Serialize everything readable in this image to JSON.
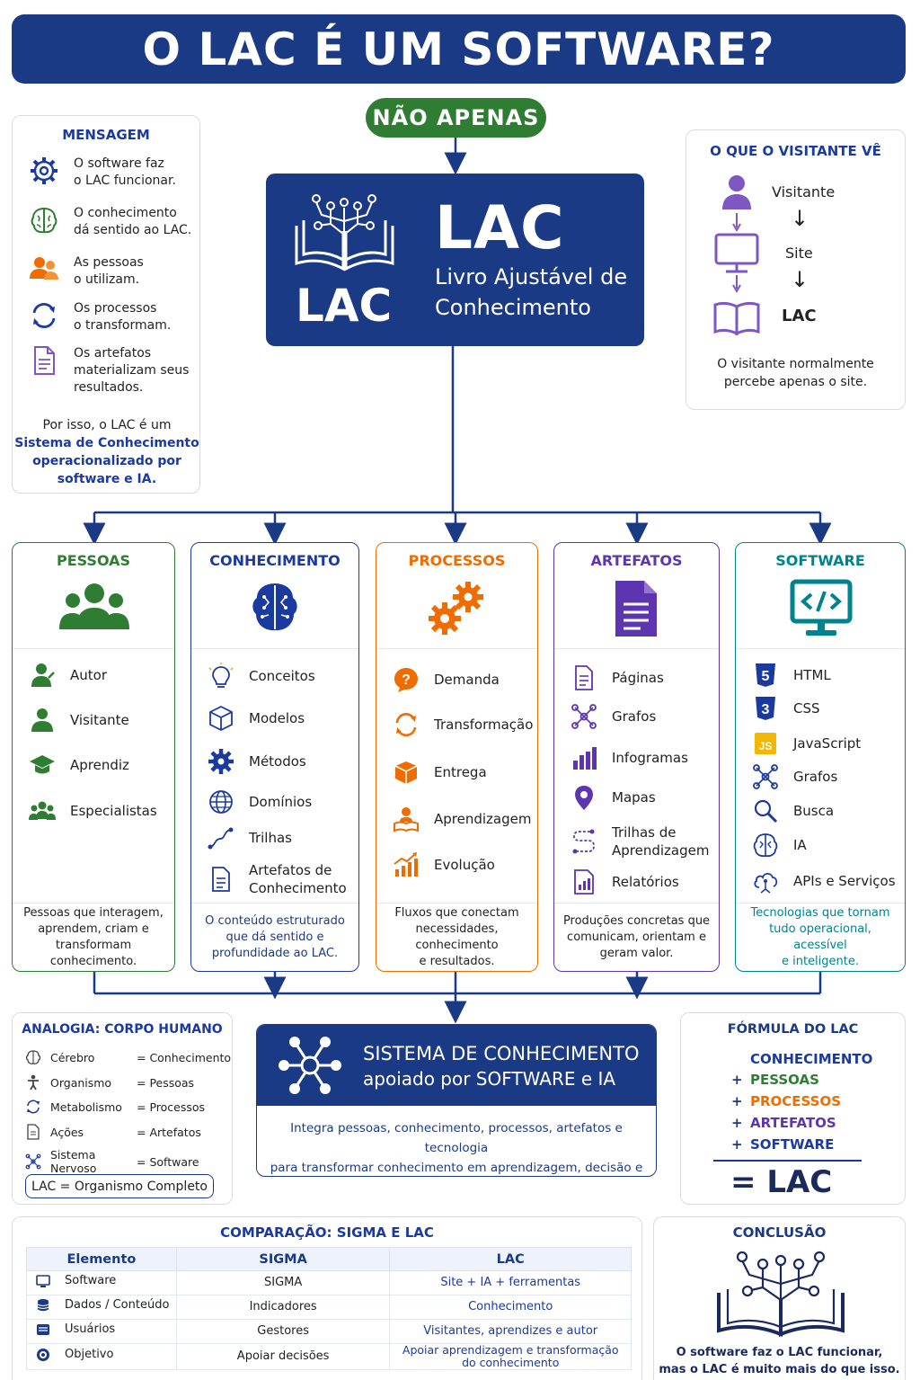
{
  "title": "O LAC É UM SOFTWARE?",
  "not_only": "NÃO APENAS",
  "message": {
    "header": "MENSAGEM",
    "items": [
      {
        "icon": "gear-icon",
        "text": "O software faz\no LAC funcionar."
      },
      {
        "icon": "brain-icon",
        "text": "O conhecimento\ndá sentido ao LAC."
      },
      {
        "icon": "people-icon",
        "text": "As pessoas\no utilizam."
      },
      {
        "icon": "cycle-icon",
        "text": "Os processos\no transformam."
      },
      {
        "icon": "document-icon",
        "text": "Os artefatos\nmaterializam seus\nresultados."
      }
    ],
    "conclusion_prefix": "Por isso, o LAC é um",
    "conclusion_bold": "Sistema de Conhecimento operacionalizado por software e IA."
  },
  "lac": {
    "logo_text": "LAC",
    "big": "LAC",
    "subtitle": "Livro Ajustável de\nConhecimento"
  },
  "visitor": {
    "header": "O QUE O VISITANTE VÊ",
    "steps": [
      "Visitante",
      "Site",
      "LAC"
    ],
    "note": "O visitante normalmente\npercebe apenas o site."
  },
  "columns": [
    {
      "key": "pessoas",
      "title": "PESSOAS",
      "color": "#2f7d32",
      "icon": "people-icon",
      "items": [
        {
          "icon": "author-icon",
          "label": "Autor"
        },
        {
          "icon": "visitor-icon",
          "label": "Visitante"
        },
        {
          "icon": "graduation-cap-icon",
          "label": "Aprendiz"
        },
        {
          "icon": "group-icon",
          "label": "Especialistas"
        }
      ],
      "footer": "Pessoas que interagem,\naprendem, criam e\ntransformam conhecimento."
    },
    {
      "key": "conhecimento",
      "title": "CONHECIMENTO",
      "color": "#1b3aa0",
      "icon": "brain-icon",
      "items": [
        {
          "icon": "lightbulb-icon",
          "label": "Conceitos"
        },
        {
          "icon": "cube-icon",
          "label": "Modelos"
        },
        {
          "icon": "gear-icon",
          "label": "Métodos"
        },
        {
          "icon": "globe-icon",
          "label": "Domínios"
        },
        {
          "icon": "path-icon",
          "label": "Trilhas"
        },
        {
          "icon": "document-icon",
          "label": "Artefatos de\nConhecimento"
        }
      ],
      "footer": "O conteúdo estruturado\nque dá sentido e\nprofundidade ao LAC."
    },
    {
      "key": "processos",
      "title": "PROCESSOS",
      "color": "#ef6c00",
      "icon": "gears-icon",
      "items": [
        {
          "icon": "question-icon",
          "label": "Demanda"
        },
        {
          "icon": "cycle-icon",
          "label": "Transformação"
        },
        {
          "icon": "box-icon",
          "label": "Entrega"
        },
        {
          "icon": "reading-icon",
          "label": "Aprendizagem"
        },
        {
          "icon": "growth-chart-icon",
          "label": "Evolução"
        }
      ],
      "footer": "Fluxos que conectam\nnecessidades, conhecimento\ne resultados."
    },
    {
      "key": "artefatos",
      "title": "ARTEFATOS",
      "color": "#5e35b1",
      "icon": "document-icon",
      "items": [
        {
          "icon": "page-icon",
          "label": "Páginas"
        },
        {
          "icon": "graph-icon",
          "label": "Grafos"
        },
        {
          "icon": "bar-chart-icon",
          "label": "Infogramas"
        },
        {
          "icon": "map-pin-icon",
          "label": "Mapas"
        },
        {
          "icon": "route-icon",
          "label": "Trilhas de\nAprendizagem"
        },
        {
          "icon": "report-icon",
          "label": "Relatórios"
        }
      ],
      "footer": "Produções concretas que\ncomunicam, orientam e\ngeram valor."
    },
    {
      "key": "software",
      "title": "SOFTWARE",
      "color": "#00838f",
      "icon": "monitor-code-icon",
      "items": [
        {
          "icon": "html5-icon",
          "label": "HTML"
        },
        {
          "icon": "css3-icon",
          "label": "CSS"
        },
        {
          "icon": "javascript-icon",
          "label": "JavaScript"
        },
        {
          "icon": "graph-icon",
          "label": "Grafos"
        },
        {
          "icon": "search-icon",
          "label": "Busca"
        },
        {
          "icon": "brain-icon",
          "label": "IA"
        },
        {
          "icon": "cloud-icon",
          "label": "APIs e Serviços"
        }
      ],
      "footer": "Tecnologias que tornam\ntudo operacional, acessível\ne inteligente."
    }
  ],
  "analogy": {
    "header": "ANALOGIA: CORPO HUMANO",
    "rows": [
      {
        "icon": "brain-icon",
        "left": "Cérebro",
        "right": "= Conhecimento"
      },
      {
        "icon": "body-icon",
        "left": "Organismo",
        "right": "= Pessoas"
      },
      {
        "icon": "cycle-icon",
        "left": "Metabolismo",
        "right": "= Processos"
      },
      {
        "icon": "document-icon",
        "left": "Ações",
        "right": "= Artefatos"
      },
      {
        "icon": "network-icon",
        "left": "Sistema Nervoso",
        "right": "= Software"
      }
    ],
    "footer": "LAC = Organismo Completo"
  },
  "system": {
    "line1": "SISTEMA DE CONHECIMENTO",
    "line2": "apoiado por SOFTWARE e IA",
    "desc": "Integra pessoas, conhecimento, processos, artefatos e tecnologia\npara transformar conhecimento em aprendizagem, decisão e ação."
  },
  "formula": {
    "header": "FÓRMULA DO LAC",
    "first": "CONHECIMENTO",
    "plus": [
      {
        "text": "PESSOAS",
        "color": "#2f7d32"
      },
      {
        "text": "PROCESSOS",
        "color": "#ef6c00"
      },
      {
        "text": "ARTEFATOS",
        "color": "#5e35b1"
      },
      {
        "text": "SOFTWARE",
        "color": "#1b3aa0"
      }
    ],
    "plus_sign": "+",
    "result": "= LAC"
  },
  "comparison": {
    "title": "COMPARAÇÃO: SIGMA E LAC",
    "headers": [
      "Elemento",
      "SIGMA",
      "LAC"
    ],
    "rows": [
      {
        "icon": "monitor-icon",
        "el": "Software",
        "sigma": "SIGMA",
        "lac": "Site + IA + ferramentas"
      },
      {
        "icon": "database-icon",
        "el": "Dados / Conteúdo",
        "sigma": "Indicadores",
        "lac": "Conhecimento"
      },
      {
        "icon": "users-icon",
        "el": "Usuários",
        "sigma": "Gestores",
        "lac": "Visitantes, aprendizes e autor"
      },
      {
        "icon": "target-icon",
        "el": "Objetivo",
        "sigma": "Apoiar decisões",
        "lac": "Apoiar aprendizagem e transformação\ndo conhecimento"
      }
    ]
  },
  "conclusion": {
    "header": "CONCLUSÃO",
    "text": "O software faz o LAC funcionar,\nmas o LAC é muito mais do que isso."
  }
}
